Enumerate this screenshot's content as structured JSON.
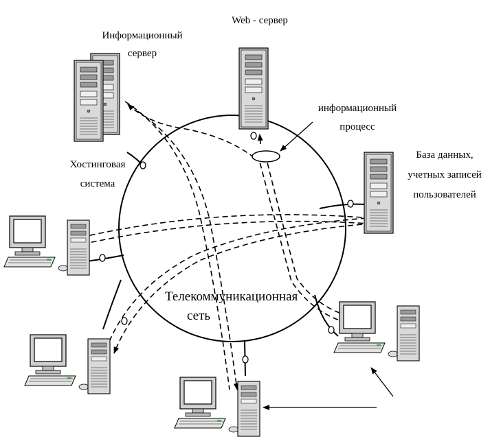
{
  "labels": {
    "web_server": "Web - сервер",
    "info_server_1": "Информационный",
    "info_server_2": "сервер",
    "info_process_1": "информационный",
    "info_process_2": "процесс",
    "hosting_1": "Хостинговая",
    "hosting_2": "система",
    "db_1": "База данных,",
    "db_2": "учетных записей",
    "db_3": "пользователей",
    "network_1": "Телекоммуникационная",
    "network_2": "сеть"
  },
  "icons": [
    "tower-server-icon",
    "workstation-icon",
    "connector-icon",
    "arrowhead-icon"
  ],
  "colors": {
    "stroke": "#000000",
    "screen": "#d8d8d8",
    "panel": "#9a9a9a"
  }
}
